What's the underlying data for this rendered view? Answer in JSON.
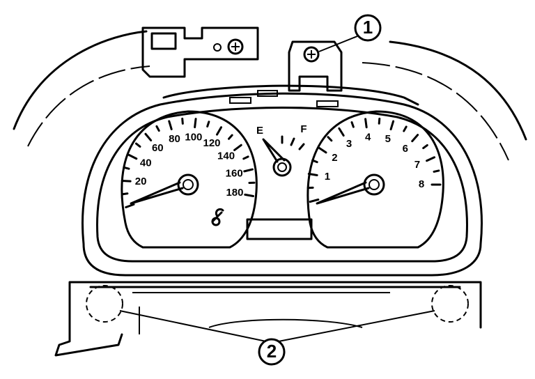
{
  "speedometer": {
    "ticks": [
      "20",
      "40",
      "60",
      "80",
      "100",
      "120",
      "140",
      "160",
      "180"
    ]
  },
  "fuel_gauge": {
    "empty": "E",
    "full": "F"
  },
  "tachometer": {
    "ticks": [
      "1",
      "2",
      "3",
      "4",
      "5",
      "6",
      "7",
      "8"
    ]
  },
  "callouts": {
    "screw": "1",
    "clips": "2"
  }
}
